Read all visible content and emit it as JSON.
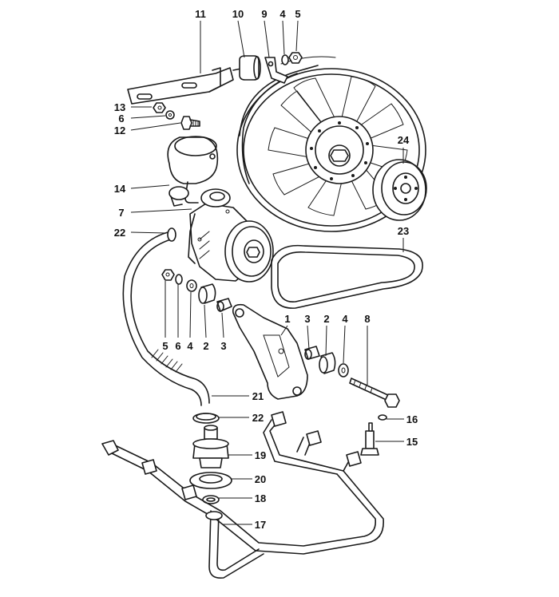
{
  "callouts": [
    {
      "id": "c11",
      "label": "11"
    },
    {
      "id": "c10",
      "label": "10"
    },
    {
      "id": "c9",
      "label": "9"
    },
    {
      "id": "c4a",
      "label": "4"
    },
    {
      "id": "c5a",
      "label": "5"
    },
    {
      "id": "c13",
      "label": "13"
    },
    {
      "id": "c6a",
      "label": "6"
    },
    {
      "id": "c12",
      "label": "12"
    },
    {
      "id": "c24",
      "label": "24"
    },
    {
      "id": "c14",
      "label": "14"
    },
    {
      "id": "c7",
      "label": "7"
    },
    {
      "id": "c22a",
      "label": "22"
    },
    {
      "id": "c23",
      "label": "23"
    },
    {
      "id": "c5b",
      "label": "5"
    },
    {
      "id": "c6b",
      "label": "6"
    },
    {
      "id": "c4b",
      "label": "4"
    },
    {
      "id": "c2a",
      "label": "2"
    },
    {
      "id": "c3a",
      "label": "3"
    },
    {
      "id": "c1",
      "label": "1"
    },
    {
      "id": "c3b",
      "label": "3"
    },
    {
      "id": "c2b",
      "label": "2"
    },
    {
      "id": "c4c",
      "label": "4"
    },
    {
      "id": "c8",
      "label": "8"
    },
    {
      "id": "c21",
      "label": "21"
    },
    {
      "id": "c22b",
      "label": "22"
    },
    {
      "id": "c16",
      "label": "16"
    },
    {
      "id": "c15",
      "label": "15"
    },
    {
      "id": "c19",
      "label": "19"
    },
    {
      "id": "c20",
      "label": "20"
    },
    {
      "id": "c18",
      "label": "18"
    },
    {
      "id": "c17",
      "label": "17"
    }
  ]
}
